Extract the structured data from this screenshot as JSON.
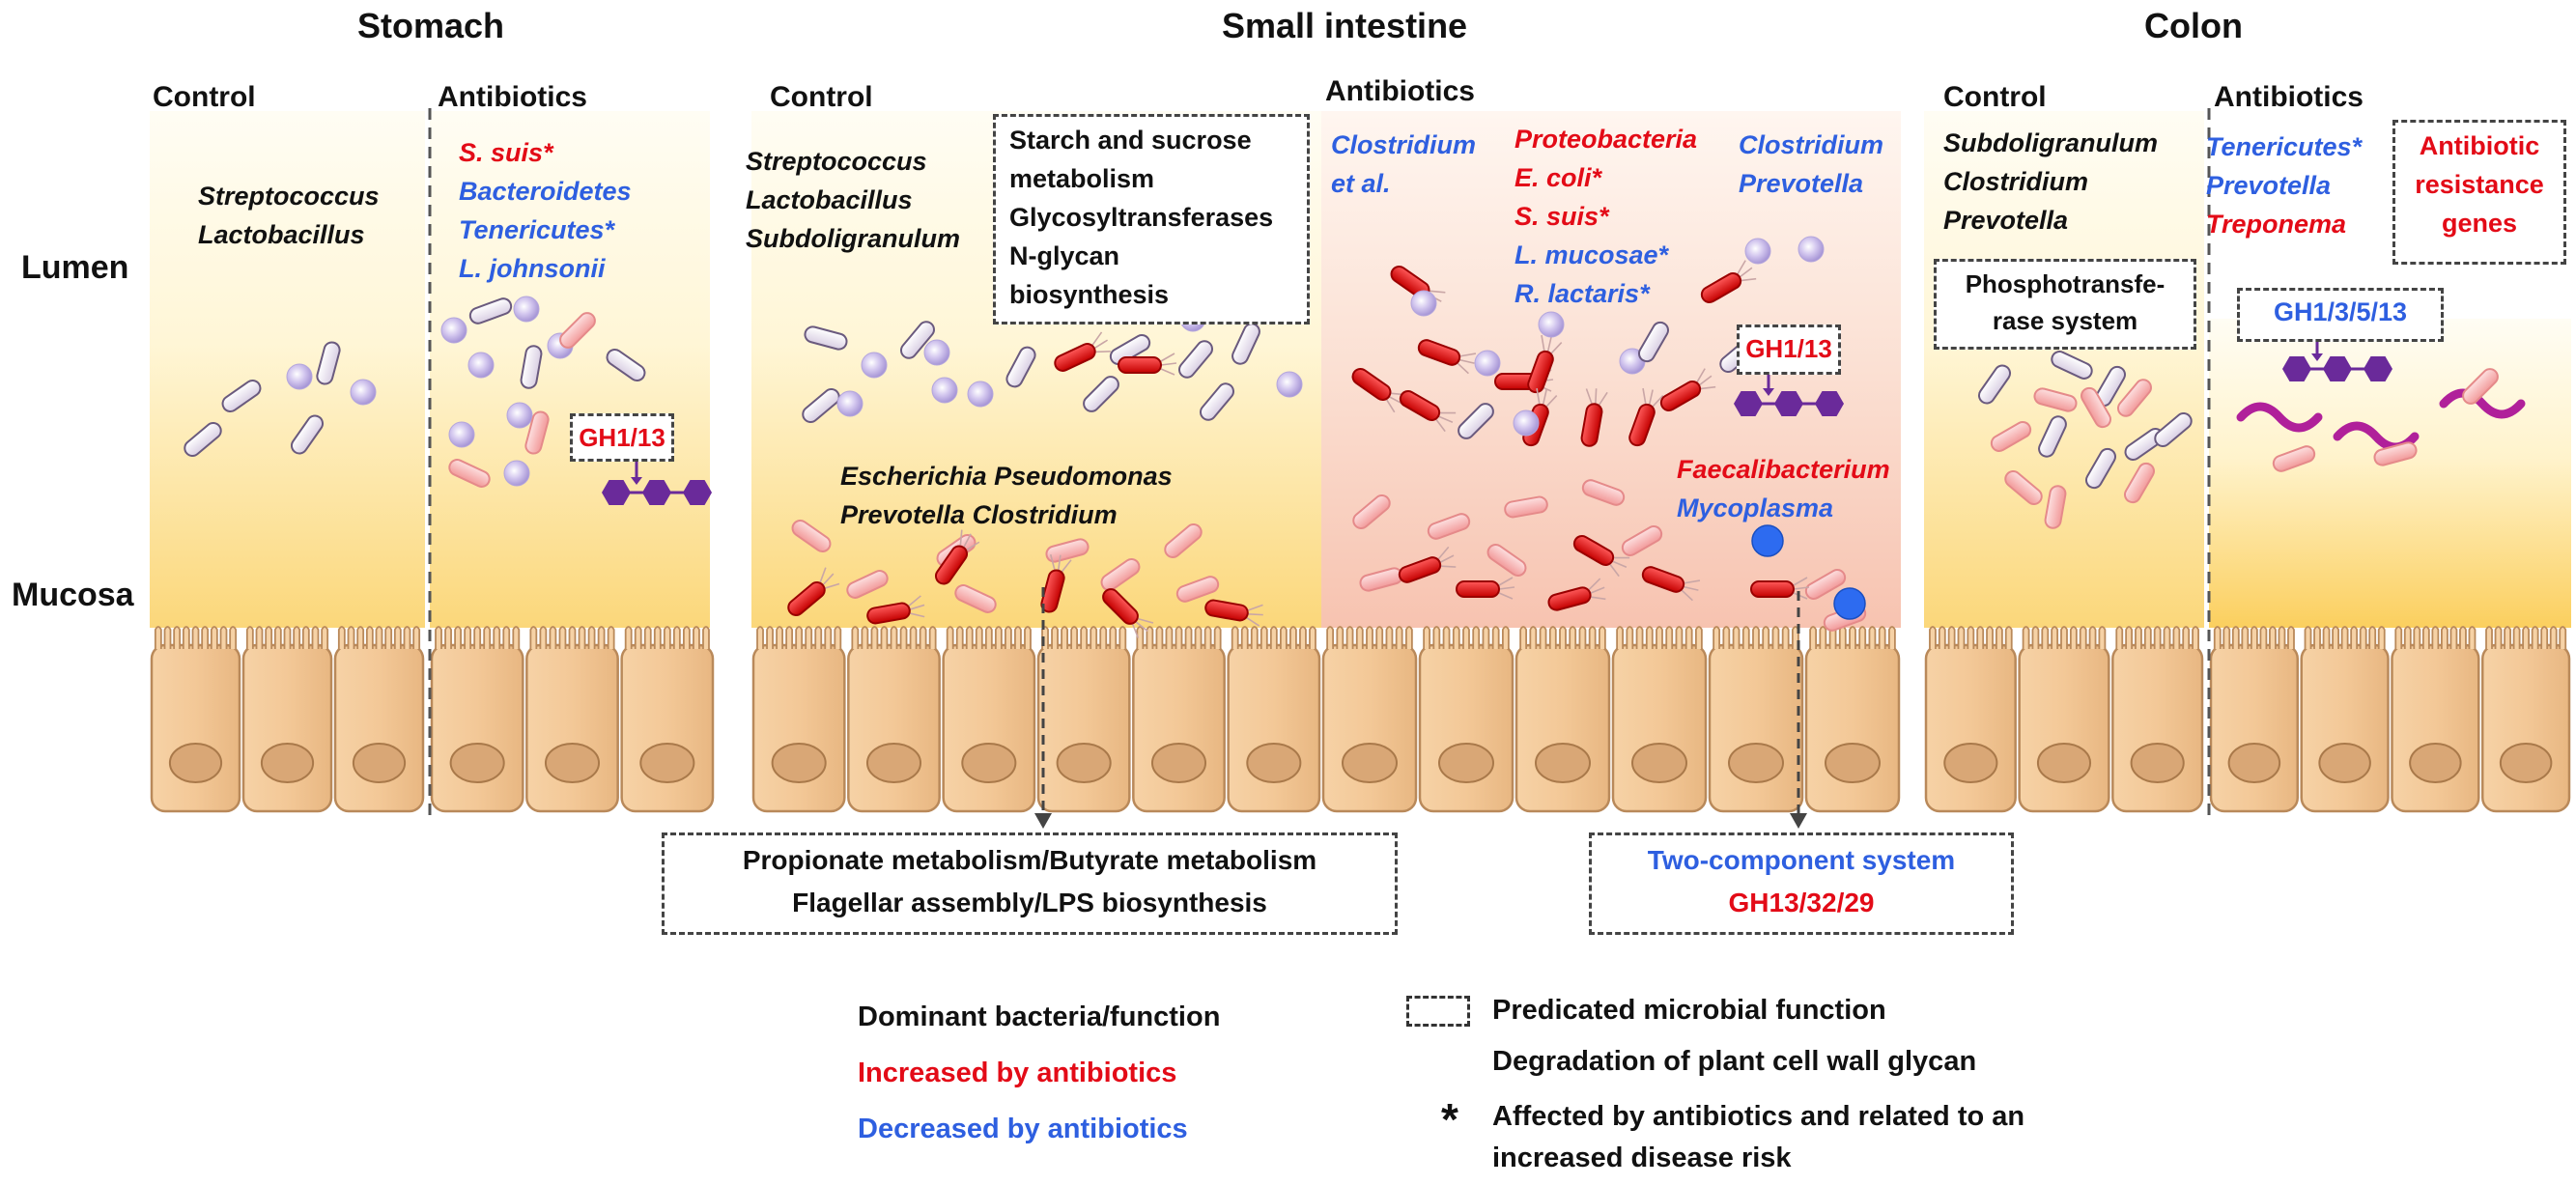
{
  "regions": {
    "stomach": "Stomach",
    "small_intestine": "Small intestine",
    "colon": "Colon"
  },
  "groups": {
    "stomach_control": "Control",
    "stomach_antibiotics": "Antibiotics",
    "si_control": "Control",
    "si_antibiotics": "Antibiotics",
    "colon_control": "Control",
    "colon_antibiotics": "Antibiotics"
  },
  "layers": {
    "lumen": "Lumen",
    "mucosa": "Mucosa"
  },
  "stomach": {
    "control_bacteria": [
      "Streptococcus",
      "Lactobacillus"
    ],
    "antibiotics_bacteria": [
      {
        "name": "S. suis*",
        "color": "red"
      },
      {
        "name": "Bacteroidetes",
        "color": "blue"
      },
      {
        "name": "Tenericutes*",
        "color": "blue"
      },
      {
        "name": "L. johnsonii",
        "color": "blue"
      }
    ],
    "gh_label": "GH1/13"
  },
  "small_intestine": {
    "control_lumen_bacteria": [
      "Streptococcus",
      "Lactobacillus",
      "Subdoligranulum"
    ],
    "control_function": [
      "Starch and sucrose",
      "metabolism",
      "Glycosyltransferases",
      "N-glycan",
      "biosynthesis"
    ],
    "control_mucosa_bacteria": [
      "Escherichia Pseudomonas",
      "Prevotella Clostridium"
    ],
    "antibiotics_col1": [
      "Clostridium",
      "et al."
    ],
    "antibiotics_col2": [
      {
        "name": "Proteobacteria",
        "color": "red"
      },
      {
        "name": "E. coli*",
        "color": "red"
      },
      {
        "name": "S. suis*",
        "color": "red"
      },
      {
        "name": "L. mucosae*",
        "color": "blue"
      },
      {
        "name": "R. lactaris*",
        "color": "blue"
      }
    ],
    "antibiotics_col3": [
      "Clostridium",
      "Prevotella"
    ],
    "antibiotics_gh_label": "GH1/13",
    "antibiotics_mucosa": [
      {
        "name": "Faecalibacterium",
        "color": "red"
      },
      {
        "name": "Mycoplasma",
        "color": "blue"
      }
    ],
    "control_predicted": [
      "Propionate metabolism/Butyrate metabolism",
      "Flagellar assembly/LPS biosynthesis"
    ],
    "antibiotics_predicted": [
      {
        "text": "Two-component system",
        "color": "blue"
      },
      {
        "text": "GH13/32/29",
        "color": "red"
      }
    ]
  },
  "colon": {
    "control_bacteria": [
      "Subdoligranulum",
      "Clostridium",
      "Prevotella"
    ],
    "control_function": [
      "Phosphotransfe-",
      "rase system"
    ],
    "antibiotics_bacteria": [
      {
        "name": "Tenericutes*",
        "color": "blue"
      },
      {
        "name": "Prevotella",
        "color": "blue"
      },
      {
        "name": "Treponema",
        "color": "red"
      }
    ],
    "antibiotics_function": [
      "Antibiotic",
      "resistance",
      "genes"
    ],
    "gh_label": "GH1/3/5/13"
  },
  "legend": {
    "dominant": "Dominant bacteria/function",
    "increased": "Increased by antibiotics",
    "decreased": "Decreased by antibiotics",
    "predicated": "Predicated microbial function",
    "degradation": "Degradation of plant cell wall glycan",
    "asterisk_symbol": "*",
    "asterisk_line1": "Affected by antibiotics and related to an",
    "asterisk_line2": "increased disease risk"
  },
  "colors": {
    "increased": "#e30b17",
    "decreased": "#2e5fe0",
    "cell_fill": "#f2c99c",
    "cell_stroke": "#b9895a",
    "glycan": "#6a2a9a",
    "lumen_yellow": "#fde9a4",
    "antibiotic_pink": "#f9d8c8"
  }
}
